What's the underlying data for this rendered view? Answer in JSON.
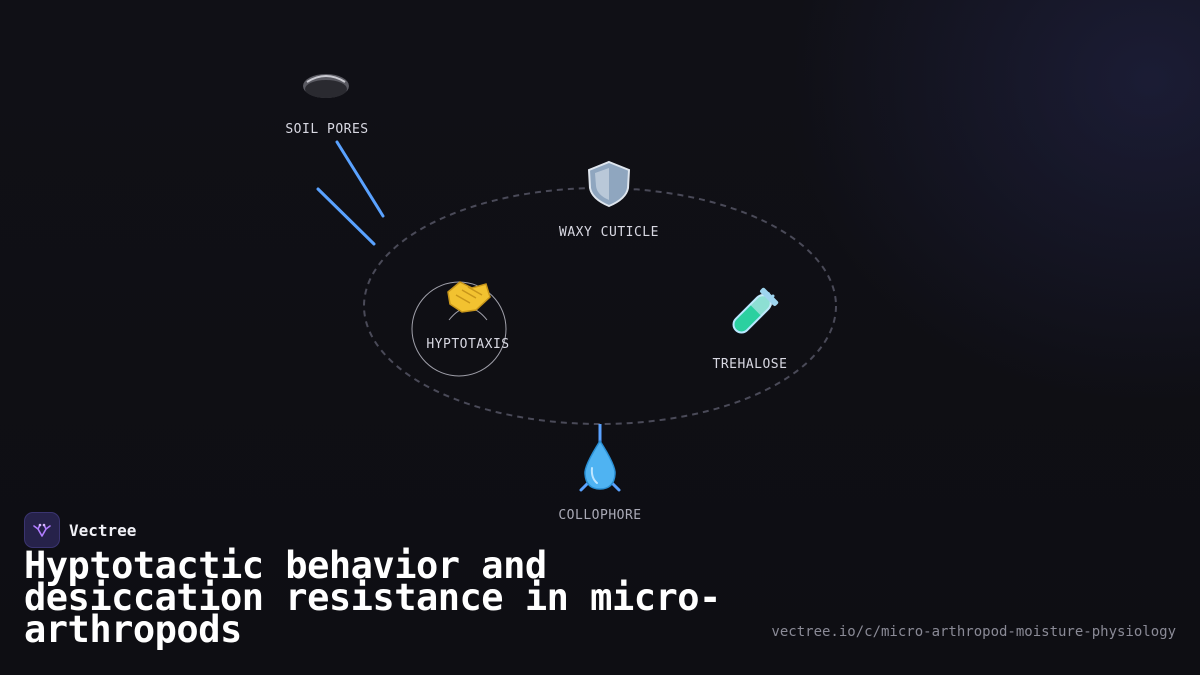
{
  "diagram": {
    "nodes": {
      "soil_pores": {
        "label": "SOIL PORES",
        "icon": "stone-icon"
      },
      "waxy_cuticle": {
        "label": "WAXY CUTICLE",
        "icon": "shield-icon"
      },
      "hyptotaxis": {
        "label": "HYPTOTAXIS",
        "icon": "handshake-icon"
      },
      "trehalose": {
        "label": "TREHALOSE",
        "icon": "test-tube-icon"
      },
      "collophore": {
        "label": "COLLOPHORE",
        "icon": "droplet-icon"
      }
    },
    "colors": {
      "connector": "#5aa2ff",
      "loop": "#4a4a58",
      "accent": "#7b5cff"
    }
  },
  "brand": {
    "name": "Vectree"
  },
  "title": "Hyptotactic behavior and desiccation resistance in micro-arthropods",
  "url": "vectree.io/c/micro-arthropod-moisture-physiology"
}
